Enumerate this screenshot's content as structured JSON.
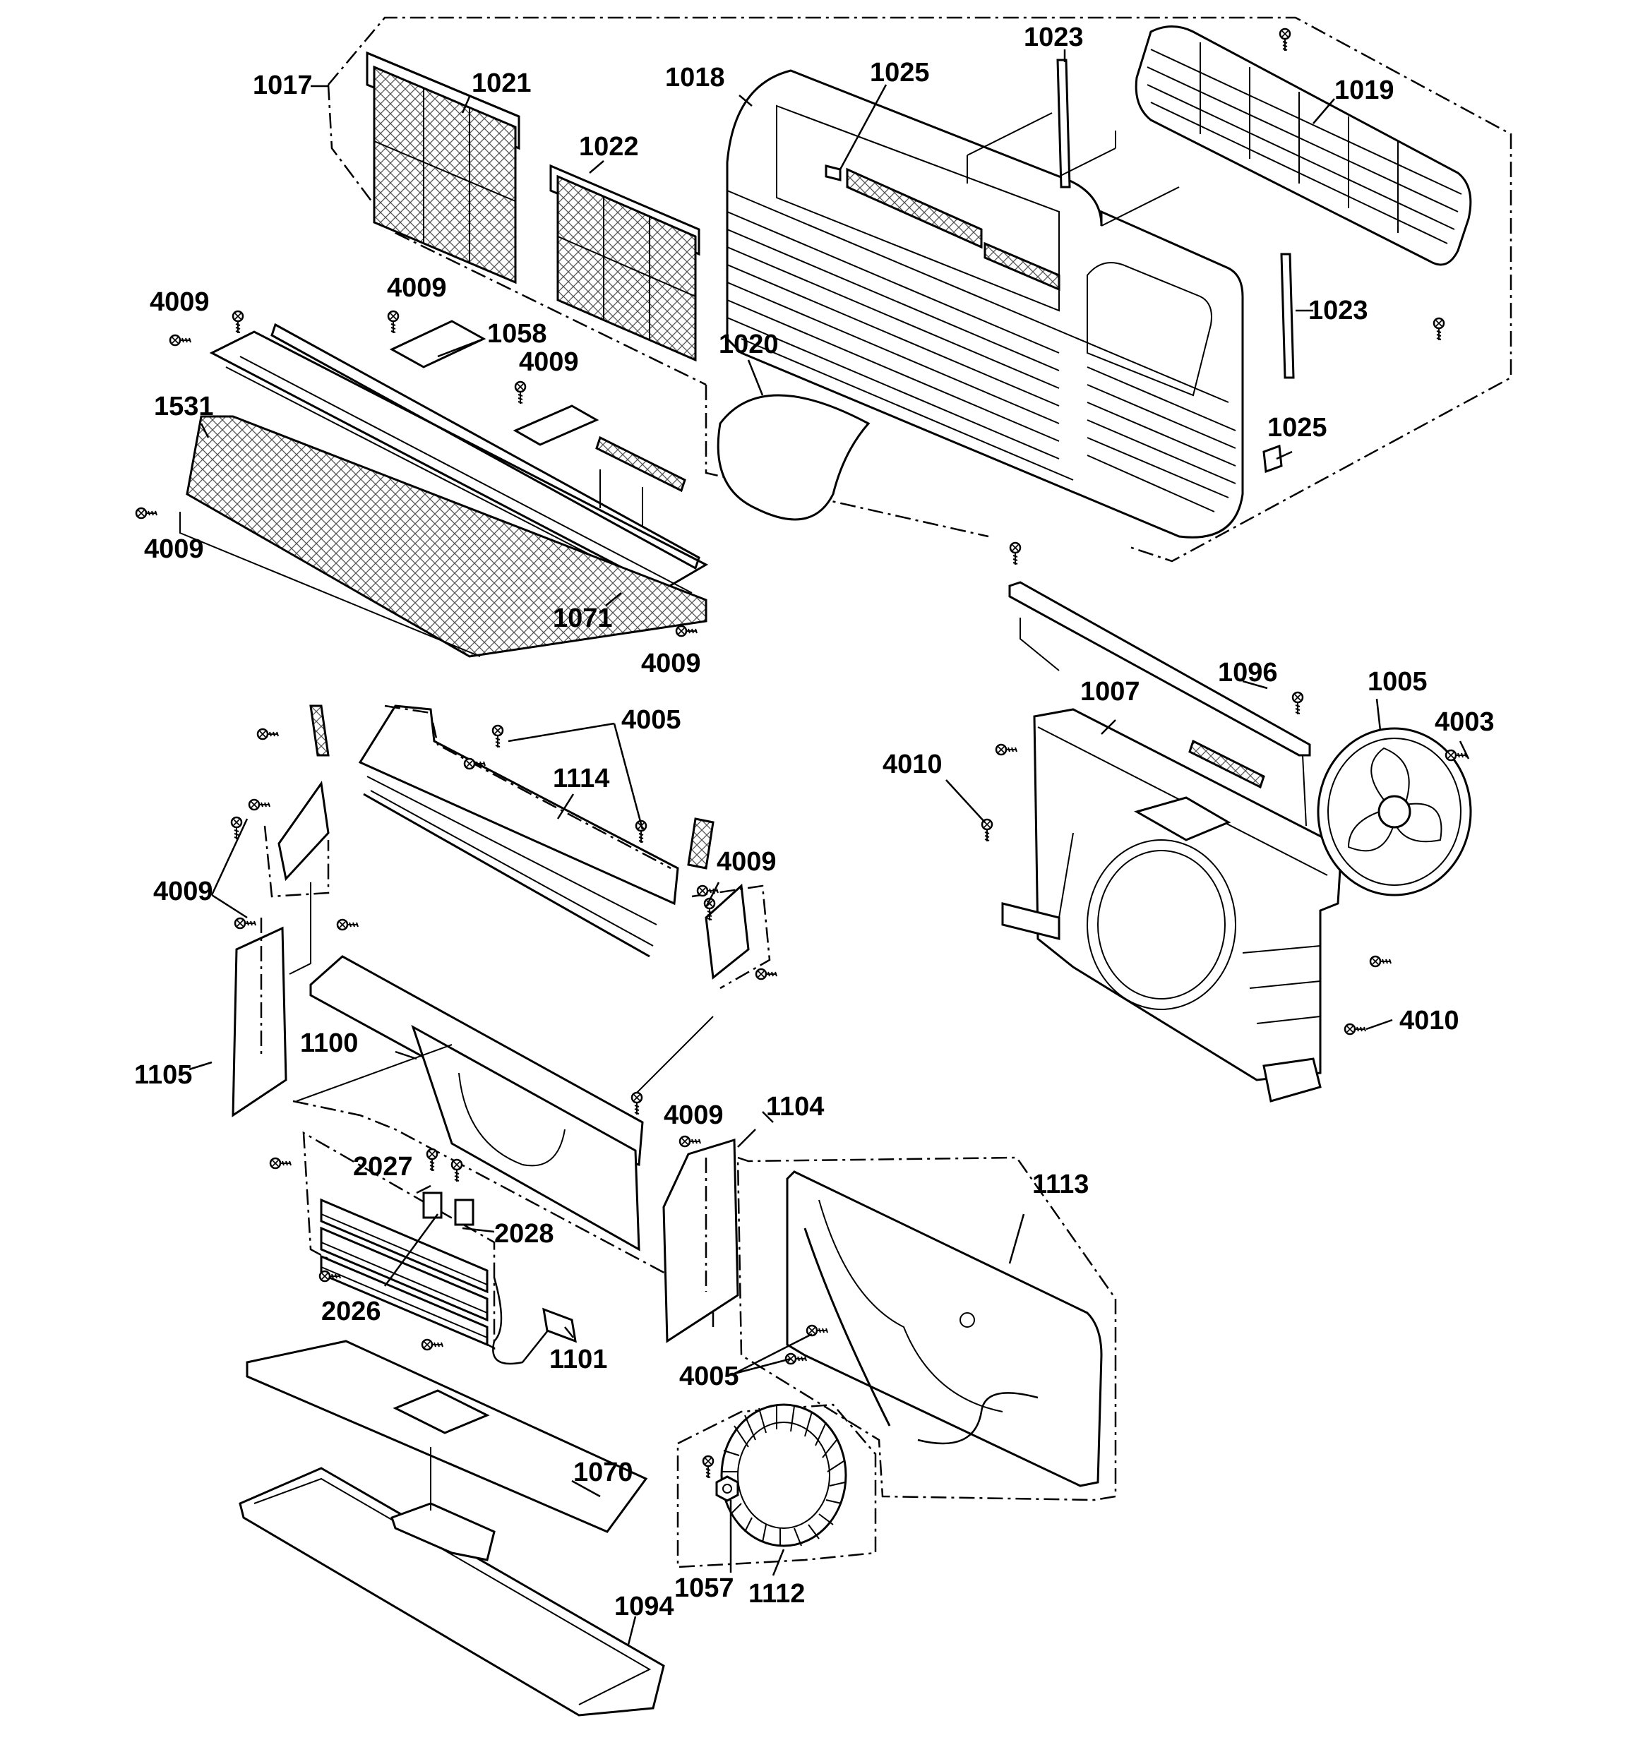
{
  "callouts": [
    {
      "id": "c1017",
      "text": "1017"
    },
    {
      "id": "c1021",
      "text": "1021"
    },
    {
      "id": "c1018",
      "text": "1018"
    },
    {
      "id": "c1025a",
      "text": "1025"
    },
    {
      "id": "c1023a",
      "text": "1023"
    },
    {
      "id": "c1019",
      "text": "1019"
    },
    {
      "id": "c1022",
      "text": "1022"
    },
    {
      "id": "c1023b",
      "text": "1023"
    },
    {
      "id": "c4009a",
      "text": "4009"
    },
    {
      "id": "c4009b",
      "text": "4009"
    },
    {
      "id": "c1058",
      "text": "1058"
    },
    {
      "id": "c4009c",
      "text": "4009"
    },
    {
      "id": "c1020",
      "text": "1020"
    },
    {
      "id": "c1531",
      "text": "1531"
    },
    {
      "id": "c1025b",
      "text": "1025"
    },
    {
      "id": "c4009d",
      "text": "4009"
    },
    {
      "id": "c1071",
      "text": "1071"
    },
    {
      "id": "c4009e",
      "text": "4009"
    },
    {
      "id": "c1096",
      "text": "1096"
    },
    {
      "id": "c1005",
      "text": "1005"
    },
    {
      "id": "c4005a",
      "text": "4005"
    },
    {
      "id": "c1007",
      "text": "1007"
    },
    {
      "id": "c4003",
      "text": "4003"
    },
    {
      "id": "c4010a",
      "text": "4010"
    },
    {
      "id": "c1114",
      "text": "1114"
    },
    {
      "id": "c4009f",
      "text": "4009"
    },
    {
      "id": "c4009g",
      "text": "4009"
    },
    {
      "id": "c4010b",
      "text": "4010"
    },
    {
      "id": "c1100",
      "text": "1100"
    },
    {
      "id": "c1105",
      "text": "1105"
    },
    {
      "id": "c4009h",
      "text": "4009"
    },
    {
      "id": "c1104",
      "text": "1104"
    },
    {
      "id": "c2027",
      "text": "2027"
    },
    {
      "id": "c1113",
      "text": "1113"
    },
    {
      "id": "c2028",
      "text": "2028"
    },
    {
      "id": "c2026",
      "text": "2026"
    },
    {
      "id": "c1101",
      "text": "1101"
    },
    {
      "id": "c4005b",
      "text": "4005"
    },
    {
      "id": "c1070",
      "text": "1070"
    },
    {
      "id": "c1057",
      "text": "1057"
    },
    {
      "id": "c1112",
      "text": "1112"
    },
    {
      "id": "c1094",
      "text": "1094"
    }
  ]
}
